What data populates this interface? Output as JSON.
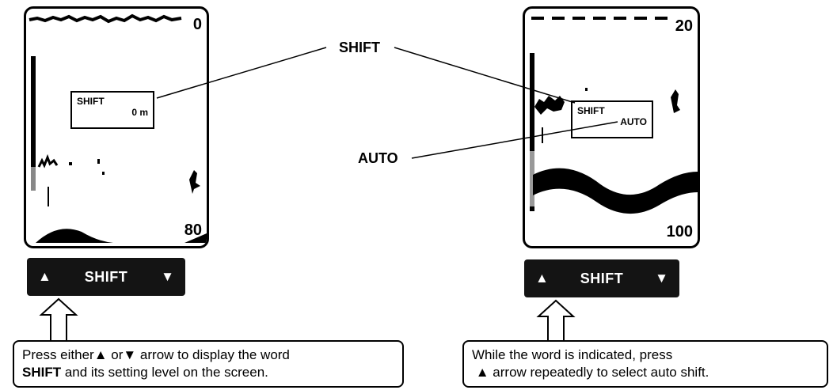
{
  "left_screen": {
    "top_value": "0",
    "bottom_value": "80",
    "info_title": "SHIFT",
    "info_value": "0 m"
  },
  "right_screen": {
    "top_value": "20",
    "bottom_value": "100",
    "info_title": "SHIFT",
    "info_value": "AUTO"
  },
  "labels": {
    "shift": "SHIFT",
    "auto": "AUTO"
  },
  "keys": {
    "up_arrow": "▲",
    "down_arrow": "▼",
    "label": "SHIFT"
  },
  "callout_left": {
    "line1": "Press either▲ or▼ arrow to display the word",
    "line2_bold": "SHIFT",
    "line2_rest": " and its setting level on the screen."
  },
  "callout_right": {
    "line1": "While the word is indicated, press",
    "line2_arrow": "▲",
    "line2_rest": " arrow repeatedly to select auto shift."
  }
}
